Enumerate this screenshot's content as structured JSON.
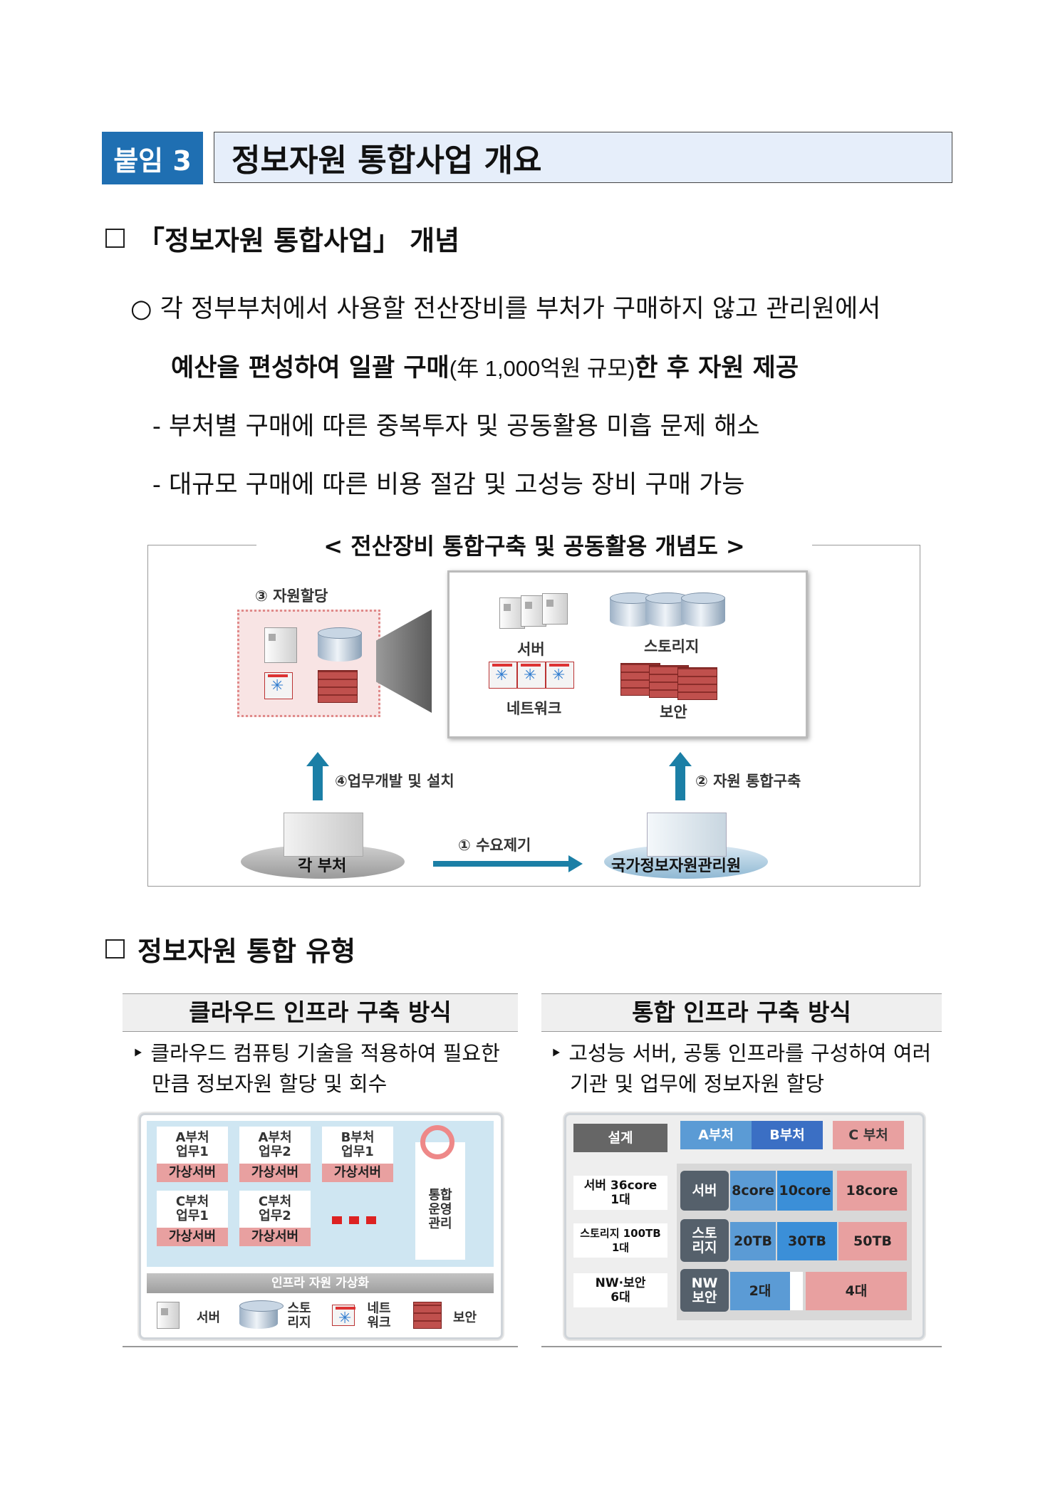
{
  "header": {
    "badge": "붙임 3",
    "title": "정보자원 통합사업 개요"
  },
  "section1": {
    "heading": "「정보자원 통합사업」 개념",
    "line1": "○  각 정부부처에서 사용할 전산장비를 부처가 구매하지 않고 관리원에서",
    "line2_a": "예산을 편성하여 일괄 구매",
    "line2_b": "(年 1,000억원 규모)",
    "line2_c": "한 후 자원 제공",
    "line3": "- 부처별 구매에 따른 중복투자 및 공동활용 미흡 문제 해소",
    "line4": "- 대규모 구매에 따른 비용 절감 및 고성능 장비 구매 가능"
  },
  "diagram1": {
    "title": "< 전산장비 통합구축 및 공동활용 개념도 >",
    "alloc_label": "③ 자원할당",
    "server_label": "서버",
    "storage_label": "스토리지",
    "network_label": "네트워크",
    "security_label": "보안",
    "dev_label": "④업무개발 및 설치",
    "integrate_label": "② 자원 통합구축",
    "demand_label": "① 수요제기",
    "ministry_label": "각 부처",
    "agency_label": "국가정보자원관리원"
  },
  "section2": {
    "heading": "정보자원 통합 유형",
    "cloud": {
      "title": "클라우드 인프라 구축 방식",
      "desc_1": "‣ 클라우드 컴퓨팅 기술을 적용하여 필요한",
      "desc_2": "만큼 정보자원 할당 및 회수",
      "cells": [
        {
          "line1": "A부처",
          "line2": "업무1",
          "tag": "가상서버"
        },
        {
          "line1": "A부처",
          "line2": "업무2",
          "tag": "가상서버"
        },
        {
          "line1": "B부처",
          "line2": "업무1",
          "tag": "가상서버"
        },
        {
          "line1": "C부처",
          "line2": "업무1",
          "tag": "가상서버"
        },
        {
          "line1": "C부처",
          "line2": "업무2",
          "tag": "가상서버"
        }
      ],
      "ops_label": "통합\n운영\n관리",
      "ops_l1": "통합",
      "ops_l2": "운영",
      "ops_l3": "관리",
      "virt_label": "인프라 자원 가상화",
      "legend_server": "서버",
      "legend_storage_1": "스토",
      "legend_storage_2": "리지",
      "legend_network_1": "네트",
      "legend_network_2": "워크",
      "legend_security": "보안"
    },
    "integrated": {
      "title": "통합 인프라 구축 방식",
      "desc_1": "‣ 고성능 서버, 공통 인프라를 구성하여 여러",
      "desc_2": "기관 및 업무에 정보자원 할당",
      "design": "설계",
      "dept_a": "A부처",
      "dept_b": "B부처",
      "dept_c": "C 부처",
      "spec_server_1": "서버 36core",
      "spec_server_2": "1대",
      "spec_storage_1": "스토리지 100TB",
      "spec_storage_2": "1대",
      "spec_nw_1": "NW·보안",
      "spec_nw_2": "6대",
      "row_server": "서버",
      "row_storage_1": "스토",
      "row_storage_2": "리지",
      "row_nw_1": "NW",
      "row_nw_2": "보안",
      "server_a": "8core",
      "server_b": "10core",
      "server_c": "18core",
      "storage_a": "20TB",
      "storage_b": "30TB",
      "storage_c": "50TB",
      "nw_ab": "2대",
      "nw_c": "4대"
    }
  },
  "colors": {
    "badge": "#1f6fb2",
    "title_bg": "#e6eefa",
    "arrow": "#1b7fa6",
    "dept_blue": "#5b9bd5",
    "dept_pink": "#e8a0a0",
    "dark_label": "#55606b"
  }
}
